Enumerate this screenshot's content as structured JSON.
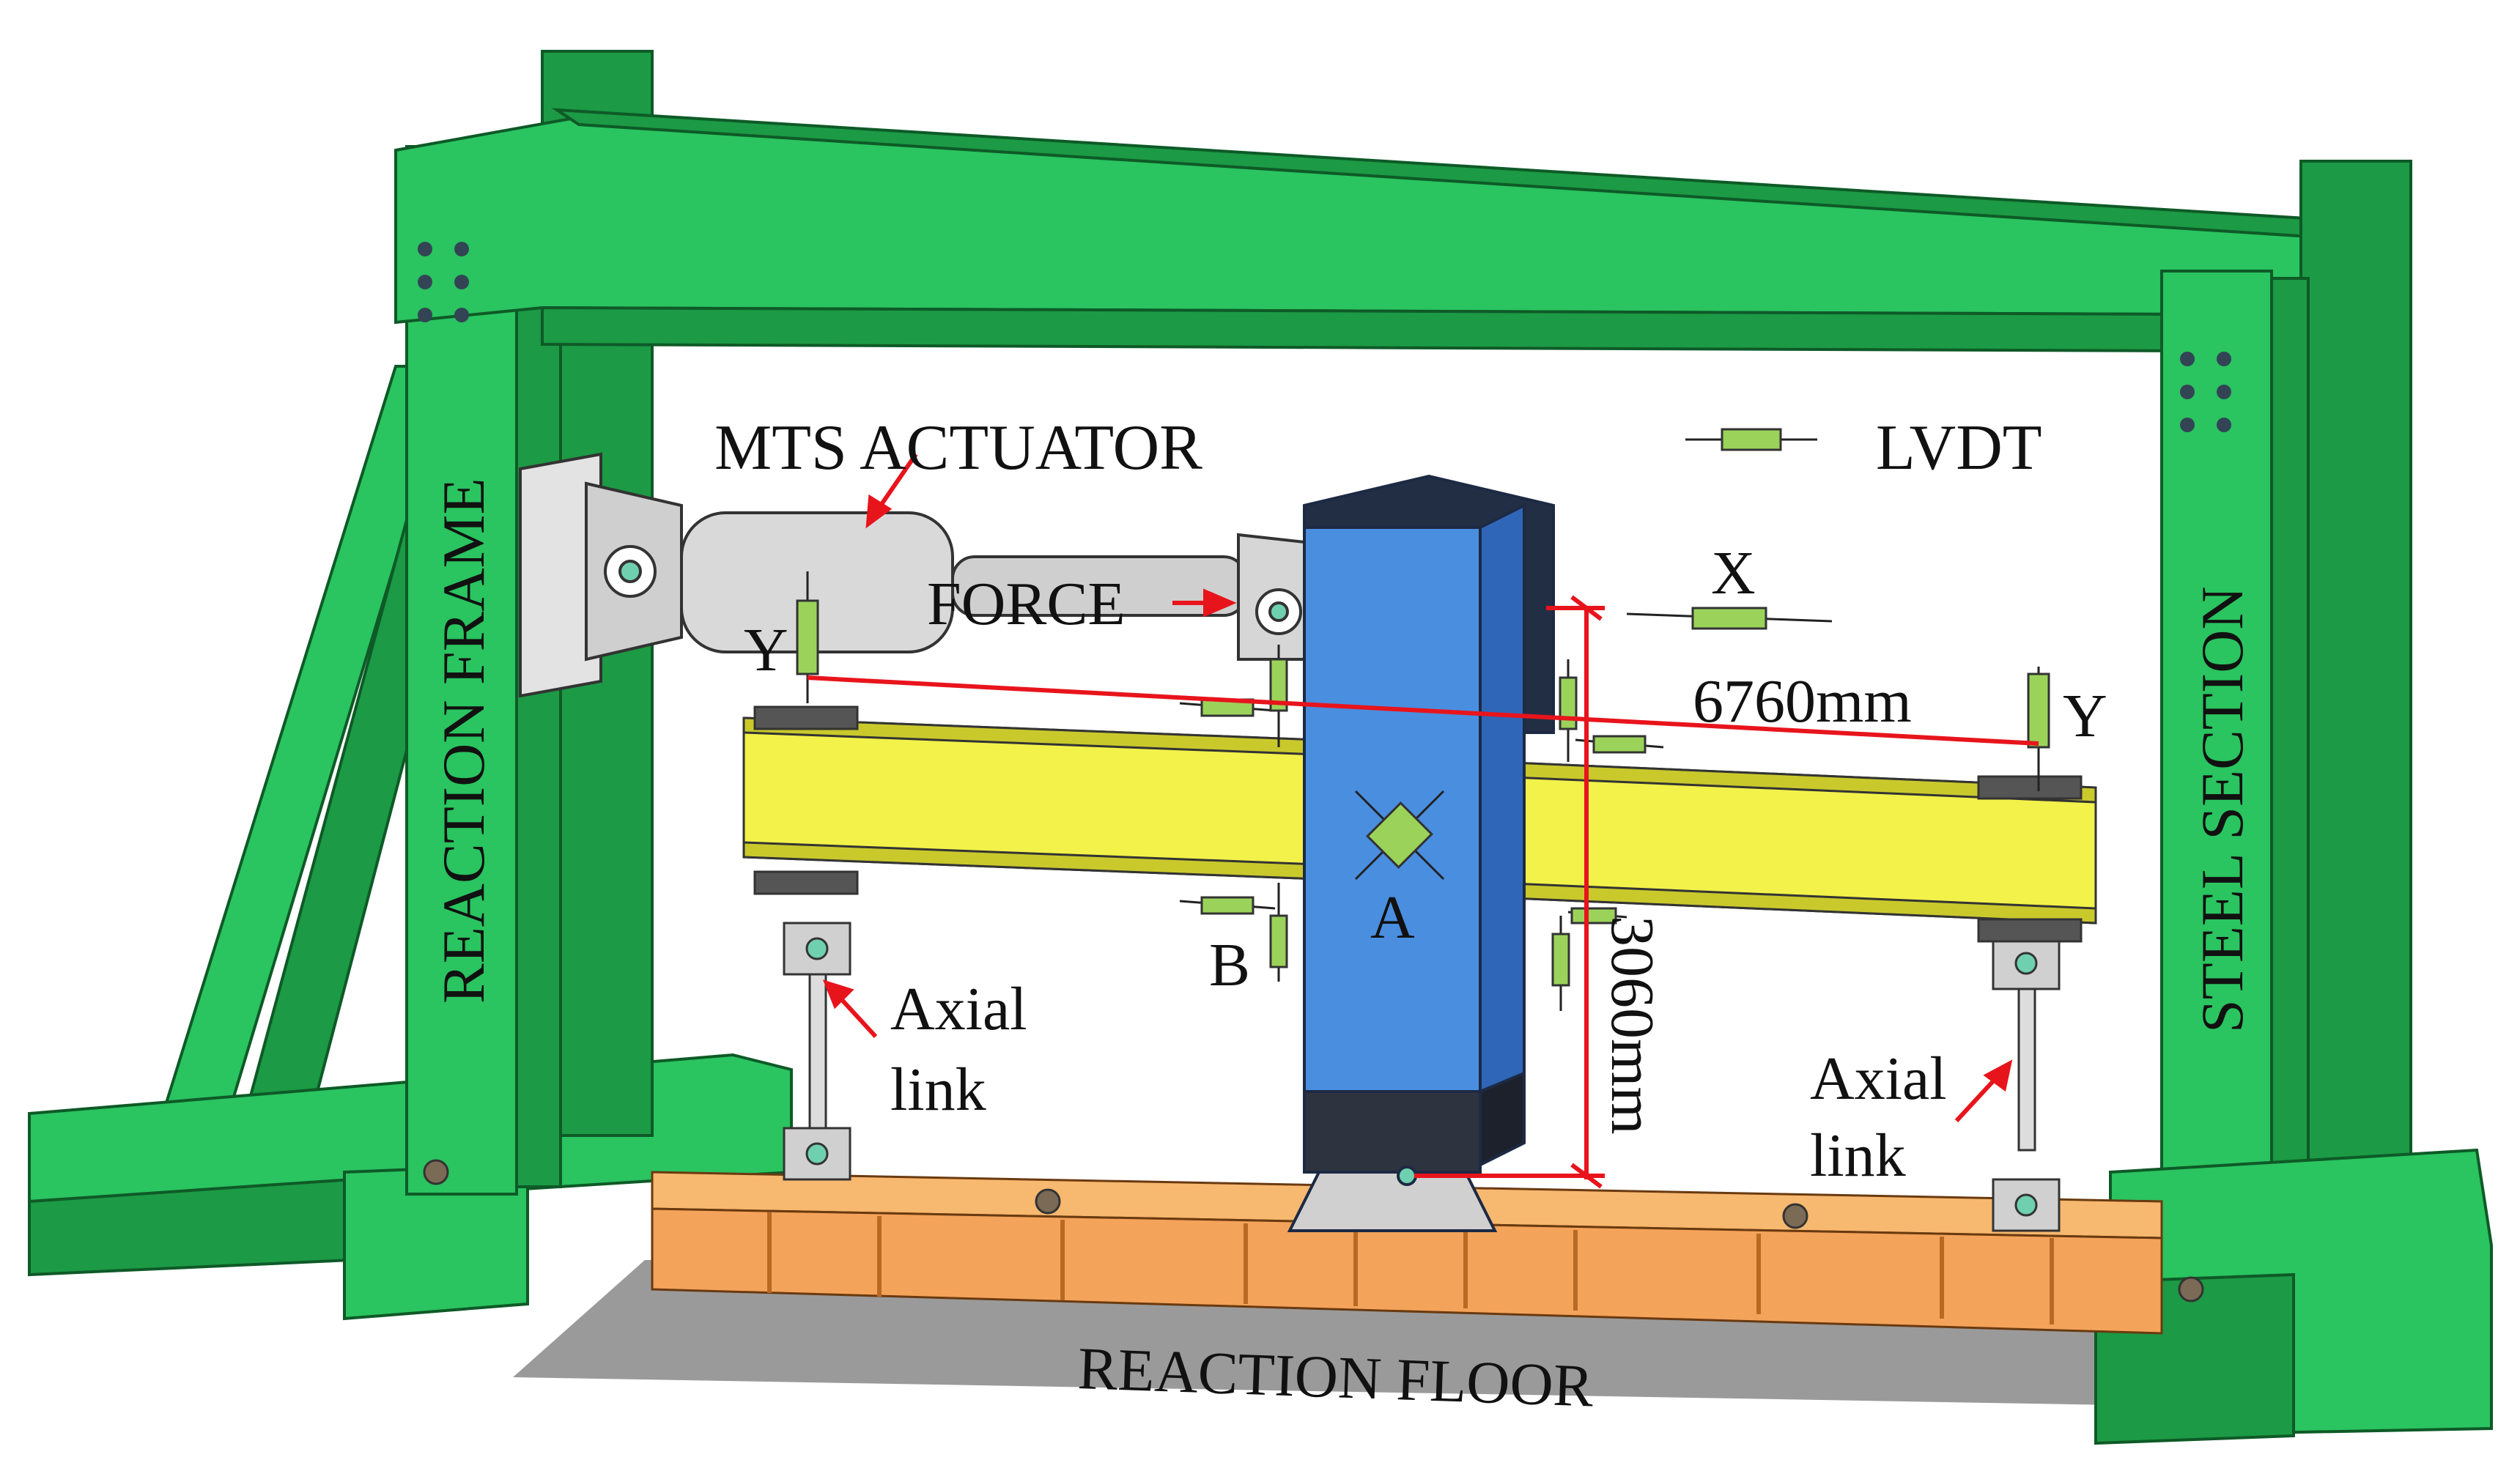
{
  "labels": {
    "mts_actuator": "MTS ACTUATOR",
    "lvdt": "LVDT",
    "reaction_frame": "REACTION FRAME",
    "steel_section": "STEEL SECTION",
    "force": "FORCE",
    "x": "X",
    "y_left": "Y",
    "y_right": "Y",
    "a": "A",
    "b": "B",
    "span": "6760mm",
    "height": "3060mm",
    "axial_left_1": "Axial",
    "axial_left_2": "link",
    "axial_right_1": "Axial",
    "axial_right_2": "link",
    "reaction_floor": "REACTION FLOOR"
  },
  "colors": {
    "frame": "#2ac460",
    "frame_dark": "#1c9a45",
    "beam": "#f2f24a",
    "beam_dark": "#c9c92c",
    "column": "#4a8ee0",
    "column_dark": "#2f66b8",
    "floor_beam": "#f4a35a",
    "floor_beam_dark": "#c97a30",
    "actuator": "#d9d9d9",
    "sensor": "#9bd35a",
    "dimension": "#e8141c"
  }
}
